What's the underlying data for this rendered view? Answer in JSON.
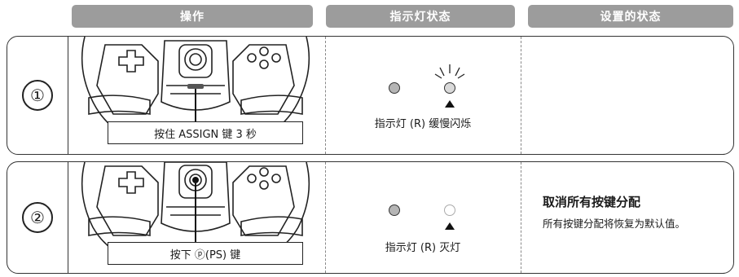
{
  "headers": {
    "operation": "操作",
    "indicator": "指示灯状态",
    "state": "设置的状态"
  },
  "rows": [
    {
      "number": "①",
      "caption": "按住 ASSIGN 键 3 秒",
      "indicator_label": "指示灯 (R) 缓慢闪烁",
      "state_title": "",
      "state_desc": ""
    },
    {
      "number": "②",
      "caption": "按下 ⓟ(PS) 键",
      "indicator_label": "指示灯 (R) 灭灯",
      "state_title": "取消所有按键分配",
      "state_desc": "所有按键分配将恢复为默认值。"
    }
  ],
  "colors": {
    "header_bg": "#9c9c9c",
    "led_left": "#b5b5b5",
    "led_blink": "#d9d9d9",
    "led_off": "#ffffff"
  }
}
